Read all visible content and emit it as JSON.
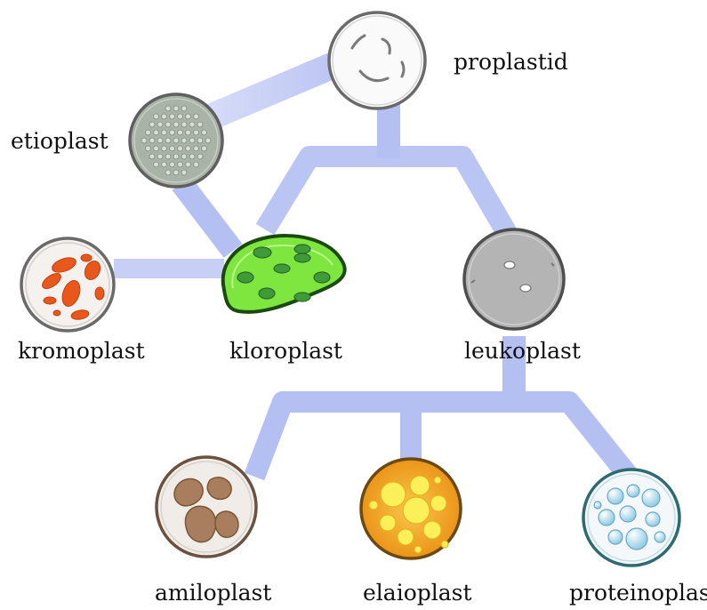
{
  "labels": {
    "proplastid": "proplastid",
    "etioplast": "etioplast",
    "kromoplast": "kromoplast",
    "kloroplast": "kloroplast",
    "leukoplast": "leukoplast",
    "amiloplast": "amiloplast",
    "elaioplast": "elaioplast",
    "proteinoplast": "proteinoplast"
  },
  "colors": {
    "connector": "#b4bff2",
    "outline": "#6a6a6a",
    "proplastid_fill": "#fafafa",
    "etioplast_fill": "#aab3a7",
    "kromoplast_fill": "#f4f1ee",
    "kromoplast_body": "#e8581c",
    "kloroplast_fill": "#7fe640",
    "kloroplast_grana": "#3f9a3a",
    "leukoplast_fill": "#b4b4b4",
    "amiloplast_fill": "#f0ece8",
    "amiloplast_grains": "#a97e5e",
    "elaioplast_fill": "#f2a21c",
    "elaioplast_droplets": "#fbef5a",
    "proteinoplast_fill": "#f4f8fa",
    "proteinoplast_bodies": "#a8d6ea"
  }
}
